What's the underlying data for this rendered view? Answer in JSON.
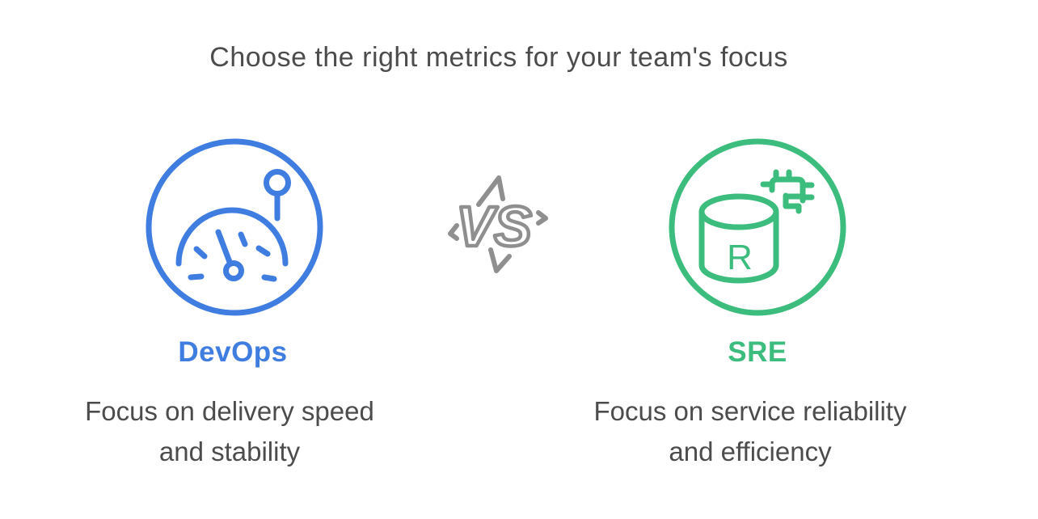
{
  "title": "Choose the right metrics for your team's focus",
  "vs_label": "VS",
  "devops": {
    "label": "DevOps",
    "description_lines": [
      "Focus on delivery speed",
      "and stability"
    ]
  },
  "sre": {
    "label": "SRE",
    "icon_letter": "R",
    "description_lines": [
      "Focus on service reliability",
      "and efficiency"
    ]
  },
  "colors": {
    "devops_blue": "#3f7de0",
    "sre_green": "#3dbd7d",
    "vs_gray": "#8f8f8f",
    "text_gray": "#4c4c4c",
    "background": "#ffffff"
  }
}
